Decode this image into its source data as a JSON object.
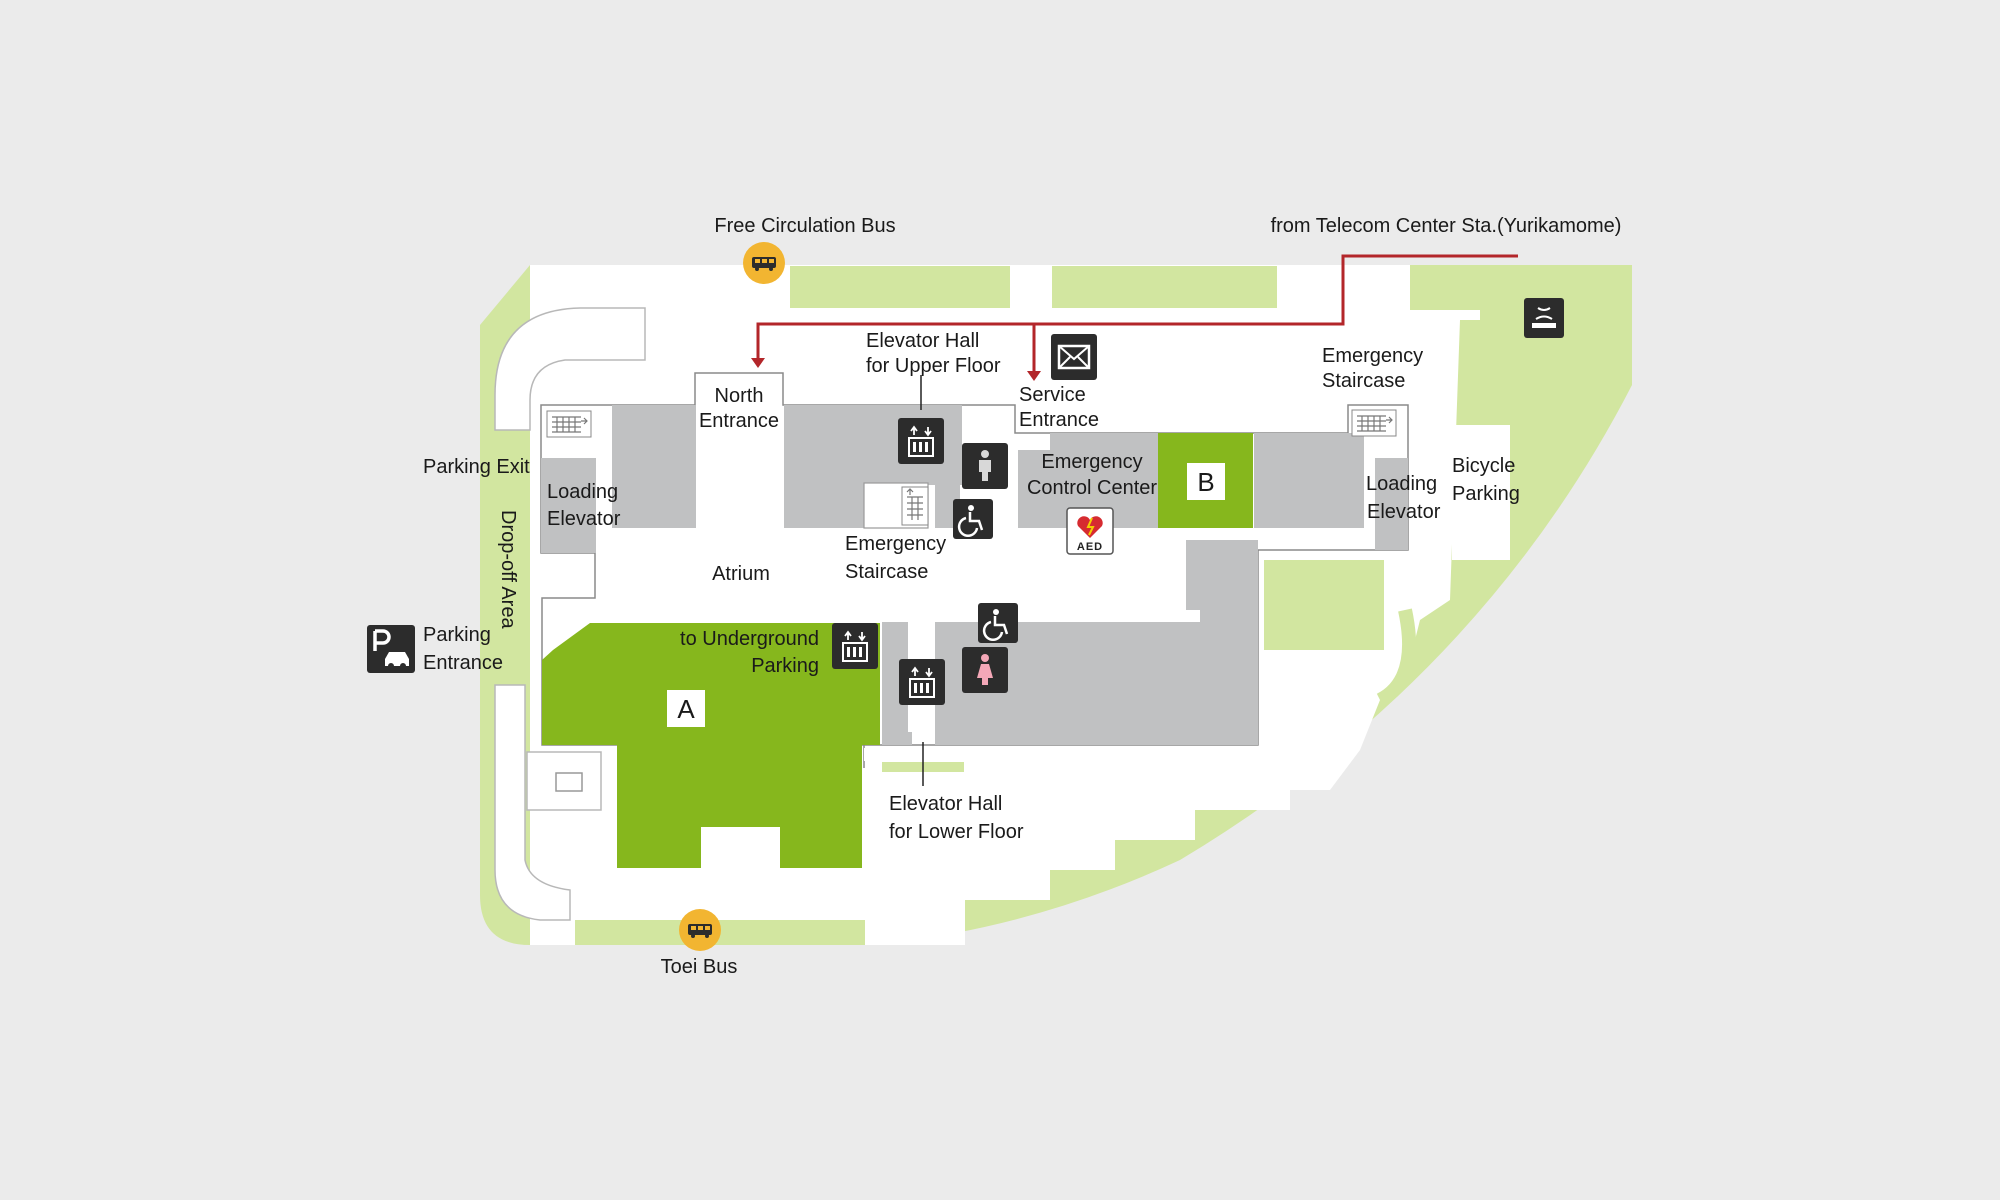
{
  "map": {
    "labels": {
      "free_circulation_bus": "Free Circulation Bus",
      "from_telecom": "from Telecom Center Sta.(Yurikamome)",
      "elevator_hall_upper_1": "Elevator Hall",
      "elevator_hall_upper_2": "for Upper Floor",
      "north_entrance_1": "North",
      "north_entrance_2": "Entrance",
      "service_entrance_1": "Service",
      "service_entrance_2": "Entrance",
      "emergency_staircase_ne_1": "Emergency",
      "emergency_staircase_ne_2": "Staircase",
      "emergency_control_1": "Emergency",
      "emergency_control_2": "Control Center",
      "parking_exit": "Parking Exit",
      "loading_elevator_w_1": "Loading",
      "loading_elevator_w_2": "Elevator",
      "loading_elevator_e_1": "Loading",
      "loading_elevator_e_2": "Elevator",
      "bicycle_parking_1": "Bicycle",
      "bicycle_parking_2": "Parking",
      "emergency_staircase_c_1": "Emergency",
      "emergency_staircase_c_2": "Staircase",
      "atrium": "Atrium",
      "drop_off_area": "Drop-off Area",
      "parking_entrance_1": "Parking",
      "parking_entrance_2": "Entrance",
      "to_underground_1": "to Underground",
      "to_underground_2": "Parking",
      "elevator_hall_lower_1": "Elevator Hall",
      "elevator_hall_lower_2": "for Lower Floor",
      "toei_bus": "Toei Bus",
      "zone_a": "A",
      "zone_b": "B",
      "aed": "AED"
    },
    "icons": [
      "bus-icon",
      "mail-icon",
      "smoking-area-icon",
      "elevator-icon",
      "male-restroom-icon",
      "female-restroom-icon",
      "accessible-restroom-icon",
      "aed-icon",
      "parking-icon",
      "stairs-icon"
    ],
    "colors": {
      "background": "#ebebeb",
      "walkway": "#ffffff",
      "greenery": "#d2e6a0",
      "highlight_zone": "#86b71d",
      "room": "#c0c1c2",
      "route": "#b3262a",
      "bus_marker": "#f2b531",
      "icon_dark": "#2c2c2c"
    }
  }
}
